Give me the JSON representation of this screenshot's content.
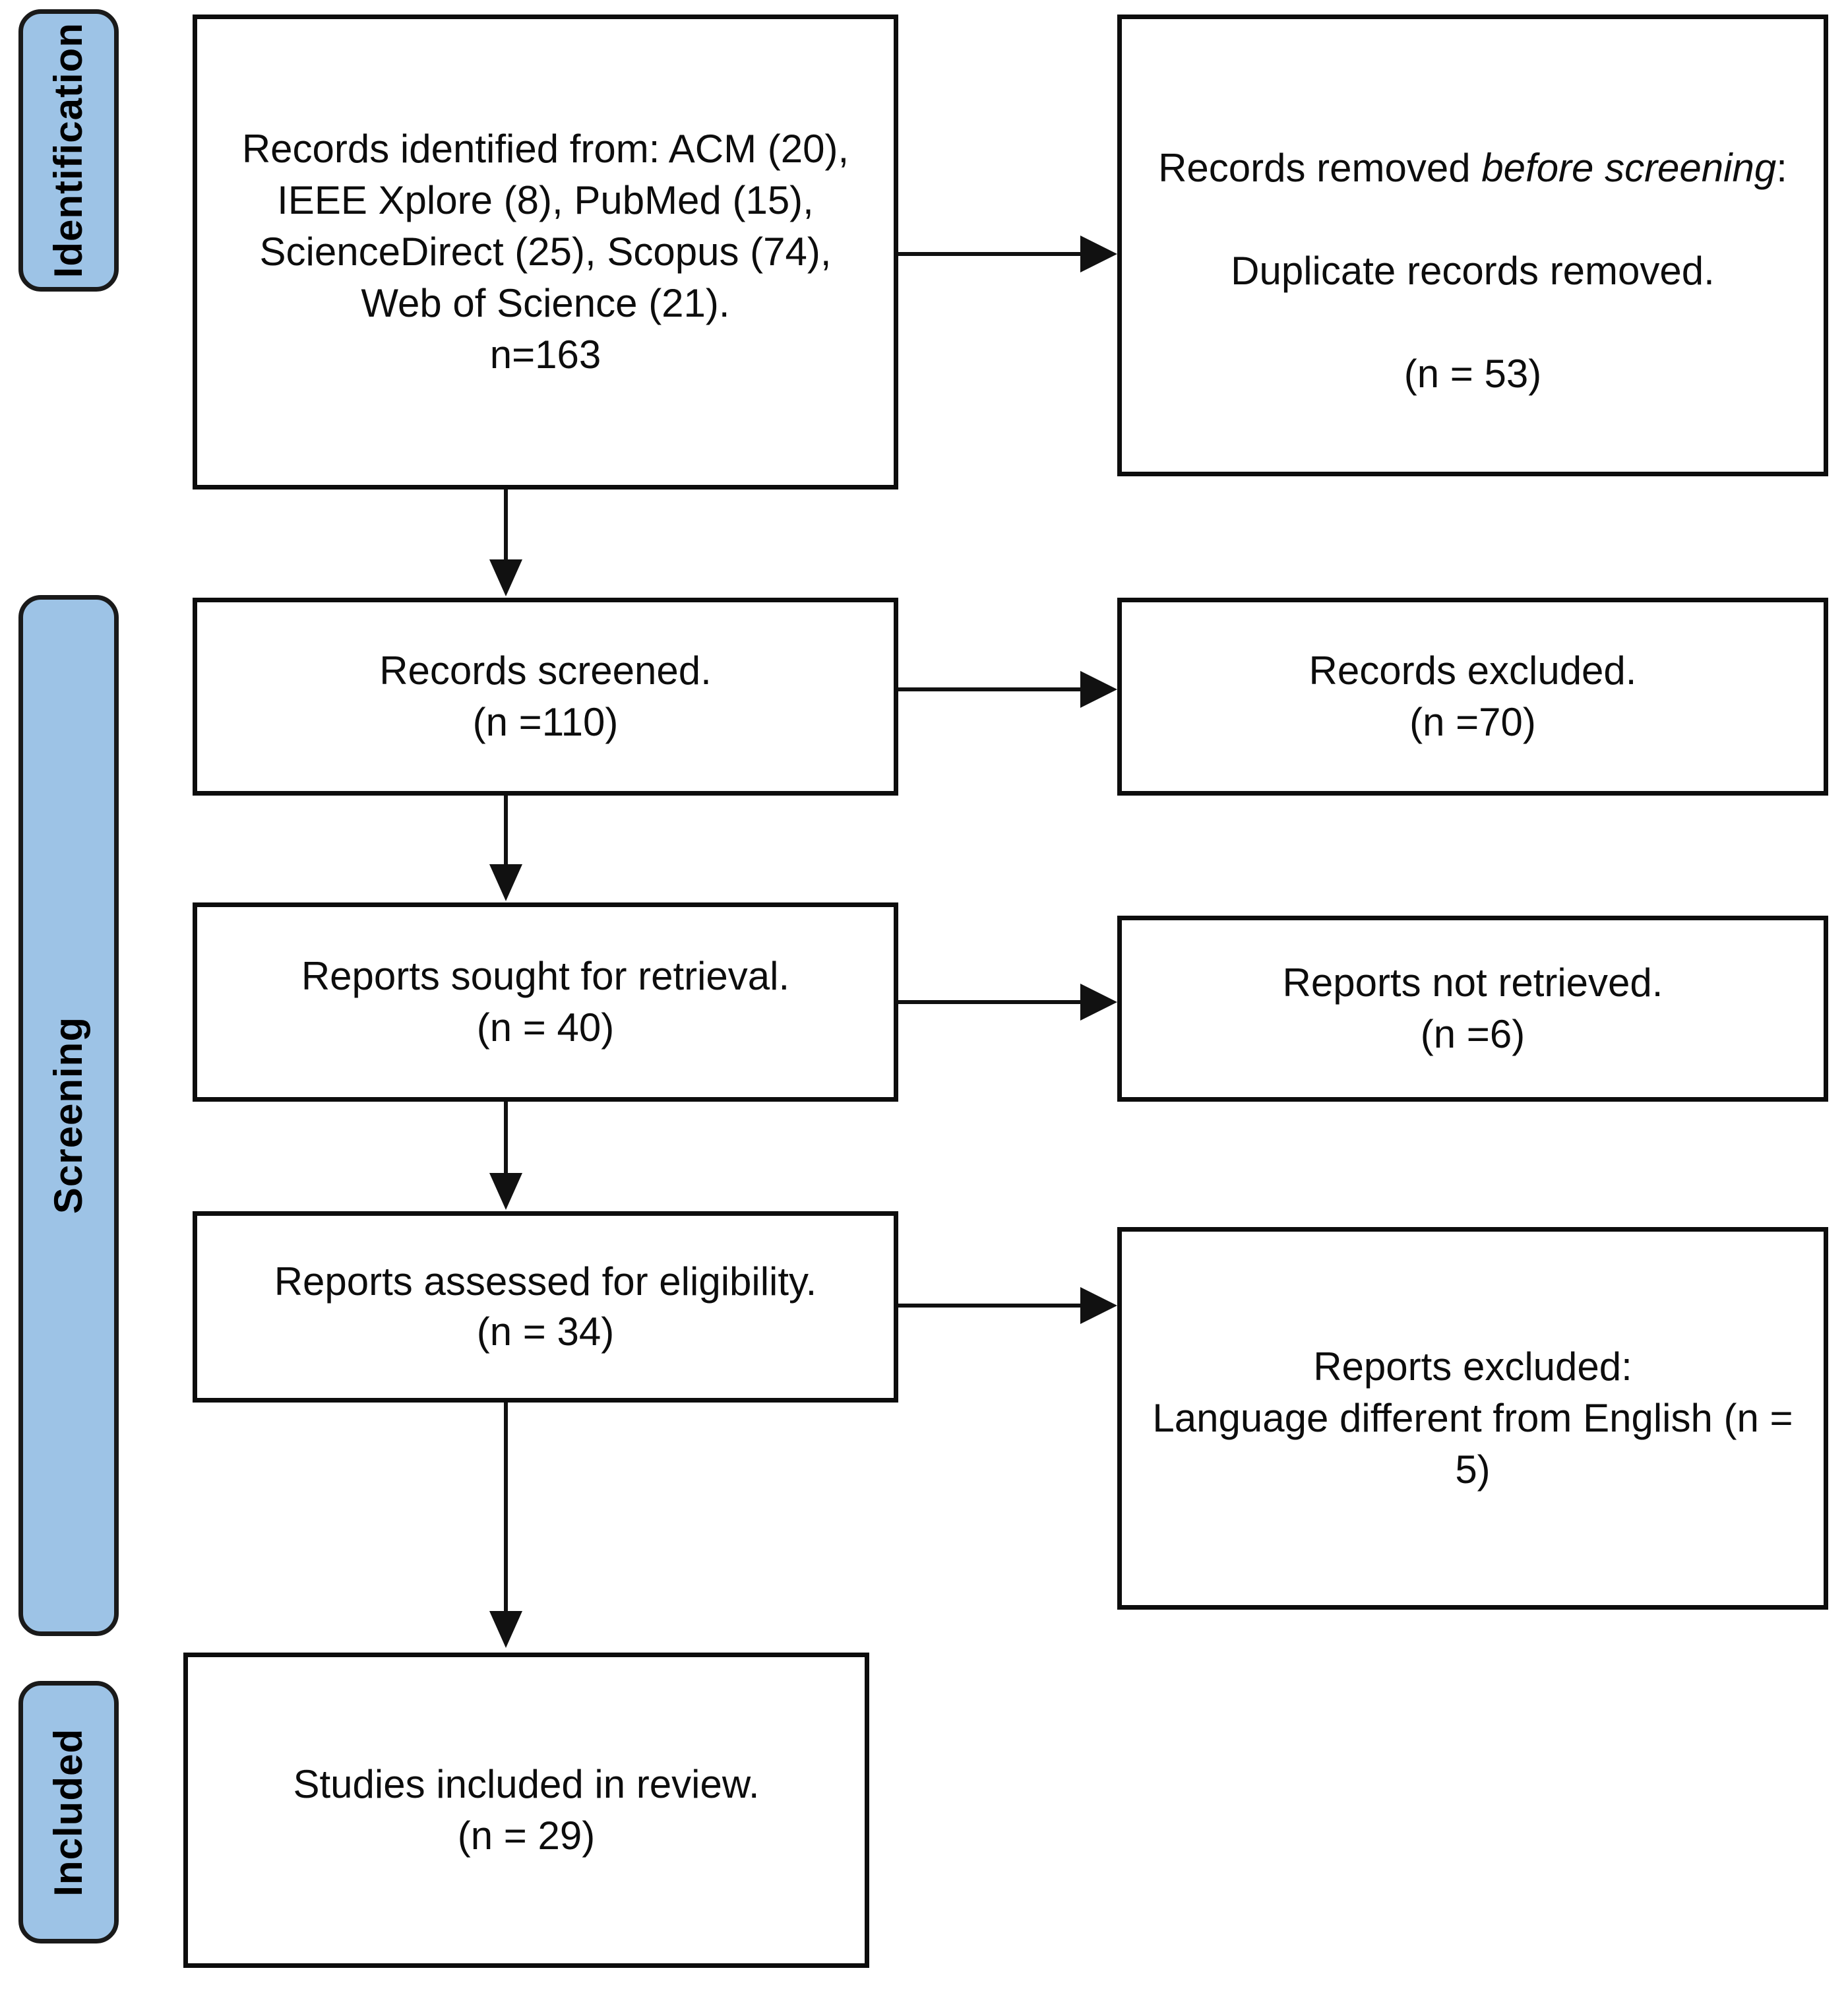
{
  "diagram": {
    "title": "PRISMA 2020 flow diagram",
    "accent_color": "#9DC3E6",
    "line_color": "#111111",
    "box_border_color": "#0D0D0D",
    "background": "#FFFFFF"
  },
  "stages": [
    {
      "id": "identification",
      "label": "Identification"
    },
    {
      "id": "screening",
      "label": "Screening"
    },
    {
      "id": "included",
      "label": "Included"
    }
  ],
  "boxes": {
    "records_identified": {
      "text": "Records identified from: ACM (20), IEEE Xplore (8), PubMed (15), ScienceDirect (25), Scopus (74), Web of Science (21).\nn=163",
      "count_label": "n=163"
    },
    "records_removed": {
      "line1_prefix": "Records removed ",
      "line1_italic": "before screening",
      "line1_suffix": ":",
      "line2": "Duplicate records removed.",
      "count_label": "(n = 53)"
    },
    "records_screened": {
      "text": "Records screened.\n(n =110)",
      "count_label": "(n =110)"
    },
    "records_excluded": {
      "text": "Records excluded.\n(n =70)",
      "count_label": "(n =70)"
    },
    "reports_sought": {
      "text": "Reports sought for retrieval.\n(n = 40)",
      "count_label": "(n = 40)"
    },
    "reports_not_retrieved": {
      "text": "Reports not retrieved.\n(n =6)",
      "count_label": "(n =6)"
    },
    "reports_assessed": {
      "text": "Reports assessed for eligibility.\n(n = 34)",
      "count_label": "(n = 34)"
    },
    "reports_excluded": {
      "text": "Reports excluded:\nLanguage different from English (n = 5)",
      "count_label": "(n = 5)"
    },
    "studies_included": {
      "text": "Studies included in review.\n(n = 29)",
      "count_label": "(n = 29)"
    }
  },
  "chart_data": {
    "type": "diagram",
    "title": "PRISMA flow of study selection",
    "nodes": [
      {
        "id": "records_identified",
        "stage": "Identification",
        "column": "left",
        "n": 163,
        "sources": [
          {
            "name": "ACM",
            "n": 20
          },
          {
            "name": "IEEE Xplore",
            "n": 8
          },
          {
            "name": "PubMed",
            "n": 15
          },
          {
            "name": "ScienceDirect",
            "n": 25
          },
          {
            "name": "Scopus",
            "n": 74
          },
          {
            "name": "Web of Science",
            "n": 21
          }
        ]
      },
      {
        "id": "records_removed",
        "stage": "Identification",
        "column": "right",
        "n": 53
      },
      {
        "id": "records_screened",
        "stage": "Screening",
        "column": "left",
        "n": 110
      },
      {
        "id": "records_excluded",
        "stage": "Screening",
        "column": "right",
        "n": 70
      },
      {
        "id": "reports_sought",
        "stage": "Screening",
        "column": "left",
        "n": 40
      },
      {
        "id": "reports_not_retrieved",
        "stage": "Screening",
        "column": "right",
        "n": 6
      },
      {
        "id": "reports_assessed",
        "stage": "Screening",
        "column": "left",
        "n": 34
      },
      {
        "id": "reports_excluded",
        "stage": "Screening",
        "column": "right",
        "n": 5
      },
      {
        "id": "studies_included",
        "stage": "Included",
        "column": "left",
        "n": 29
      }
    ],
    "edges": [
      {
        "from": "records_identified",
        "to": "records_removed",
        "direction": "right"
      },
      {
        "from": "records_identified",
        "to": "records_screened",
        "direction": "down"
      },
      {
        "from": "records_screened",
        "to": "records_excluded",
        "direction": "right"
      },
      {
        "from": "records_screened",
        "to": "reports_sought",
        "direction": "down"
      },
      {
        "from": "reports_sought",
        "to": "reports_not_retrieved",
        "direction": "right"
      },
      {
        "from": "reports_sought",
        "to": "reports_assessed",
        "direction": "down"
      },
      {
        "from": "reports_assessed",
        "to": "reports_excluded",
        "direction": "right"
      },
      {
        "from": "reports_assessed",
        "to": "studies_included",
        "direction": "down"
      }
    ]
  }
}
